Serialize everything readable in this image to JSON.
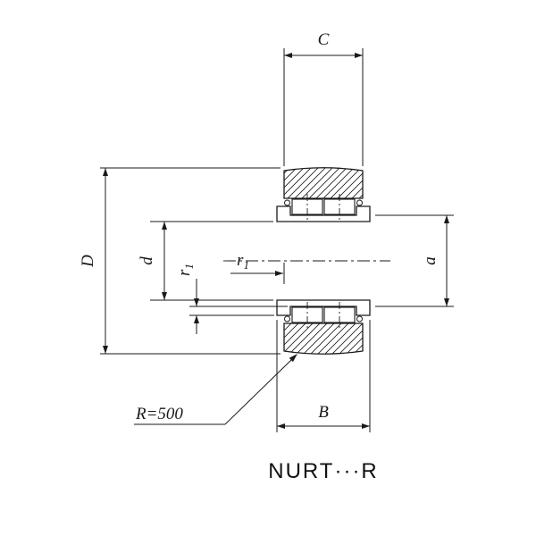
{
  "title": "NURT···R",
  "dims": {
    "outer_width": "C",
    "outer_diameter": "D",
    "bore_diameter": "d",
    "chamfer": "r",
    "chamfer_sub": "1",
    "rib_diameter": "a",
    "inner_width": "B",
    "crown_radius": "R=500"
  },
  "colors": {
    "line": "#1a1a1a",
    "background": "#ffffff"
  }
}
